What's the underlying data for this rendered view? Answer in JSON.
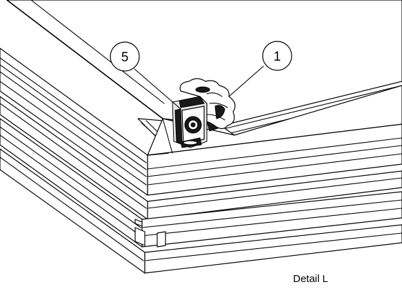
{
  "diagram": {
    "caption": "Detail L",
    "callouts": [
      {
        "id": "callout-5",
        "label": "5"
      },
      {
        "id": "callout-1",
        "label": "1"
      }
    ]
  }
}
